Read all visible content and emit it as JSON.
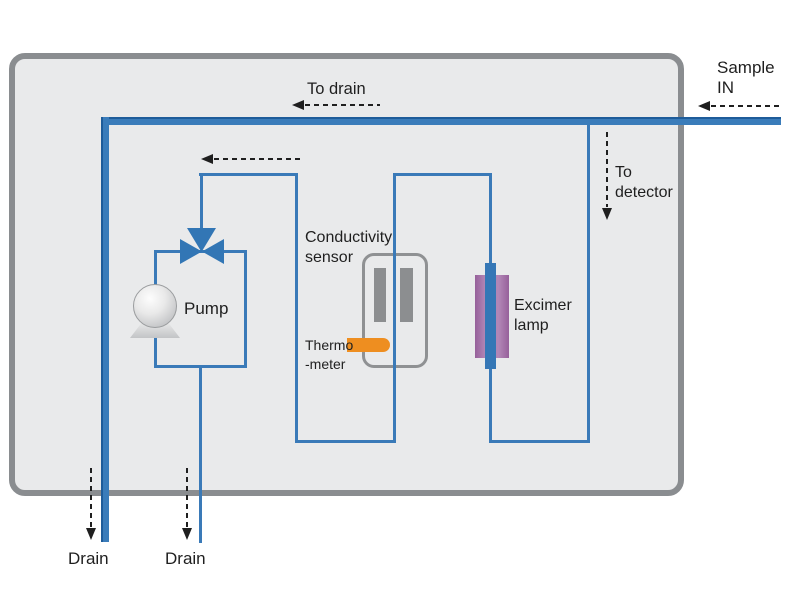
{
  "diagram": {
    "labels": {
      "sample_in_line1": "Sample",
      "sample_in_line2": "IN",
      "to_drain": "To drain",
      "to_detector_line1": "To",
      "to_detector_line2": "detector",
      "pump": "Pump",
      "conductivity_line1": "Conductivity",
      "conductivity_line2": "sensor",
      "thermometer_line1": "Thermo",
      "thermometer_line2": "-meter",
      "excimer_line1": "Excimer",
      "excimer_line2": "lamp",
      "drain_left": "Drain",
      "drain_right": "Drain"
    },
    "colors": {
      "pipe_blue": "#3a7cba",
      "pipe_blue_dark": "#1e5c9a",
      "line_blue": "#3a7ab8",
      "valve_blue": "#3276b5",
      "lamp_purple": "#b286b6",
      "lamp_purple_dark": "#96609a",
      "lamp_tube_blue": "#3577b6",
      "thermo_orange": "#ee8e20",
      "electrode_gray": "#8c8e90",
      "box_fill": "#e9eaeb",
      "box_border": "#8a8d90",
      "ink": "#1f1f1f"
    }
  }
}
